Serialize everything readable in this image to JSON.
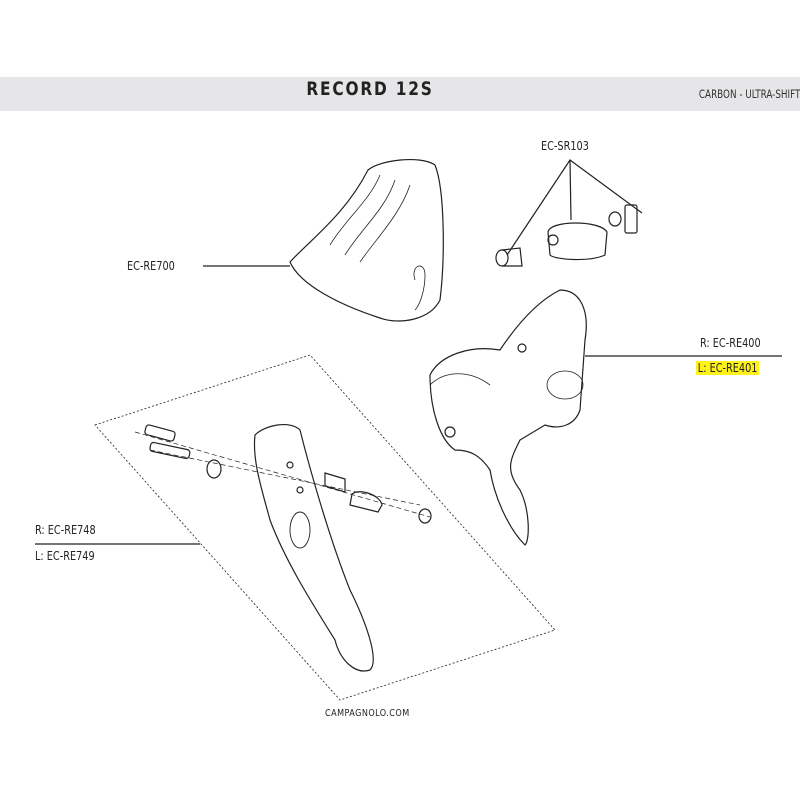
{
  "header": {
    "title": "RECORD 12S",
    "subtitle": "CARBON - ULTRA-SHIFT"
  },
  "parts": {
    "hood": "EC-RE700",
    "clamp_kit": "EC-SR103",
    "body_right": "R: EC-RE400",
    "body_left": "L: EC-RE401",
    "lever_right": "R: EC-RE748",
    "lever_left": "L: EC-RE749"
  },
  "footer": {
    "website": "CAMPAGNOLO.COM"
  },
  "colors": {
    "band": "#e6e6e8",
    "highlight": "#fff21a"
  }
}
